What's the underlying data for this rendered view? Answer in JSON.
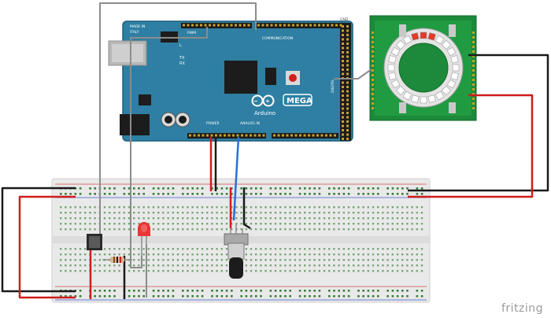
{
  "board": {
    "made_in": "MADE IN",
    "country": "ITALY",
    "pwm_label": "PWM",
    "communication_label": "COMMUNICATION",
    "tx_label": "TX",
    "rx_label": "RX",
    "l_label": "L",
    "brand": "Arduino",
    "model": "MEGA",
    "power_label": "POWER",
    "analog_label": "ANALOG IN",
    "digital_label": "DIGITAL",
    "gnd_label": "GND"
  },
  "colors": {
    "board": "#2e7fa3",
    "board_dark": "#1e5f7e",
    "ring_board": "#1c8a3a",
    "breadboard": "#e9e9e9",
    "wire_red": "#d01c1c",
    "wire_black": "#1a1a1a",
    "wire_gray": "#8c8c8c",
    "wire_blue": "#2a6fd6",
    "led": "#e82424"
  },
  "components": [
    {
      "name": "arduino-mega-board"
    },
    {
      "name": "neopixel-ring-module"
    },
    {
      "name": "breadboard"
    },
    {
      "name": "red-led"
    },
    {
      "name": "pushbutton"
    },
    {
      "name": "resistor"
    },
    {
      "name": "potentiometer"
    }
  ],
  "watermark": "fritzing"
}
